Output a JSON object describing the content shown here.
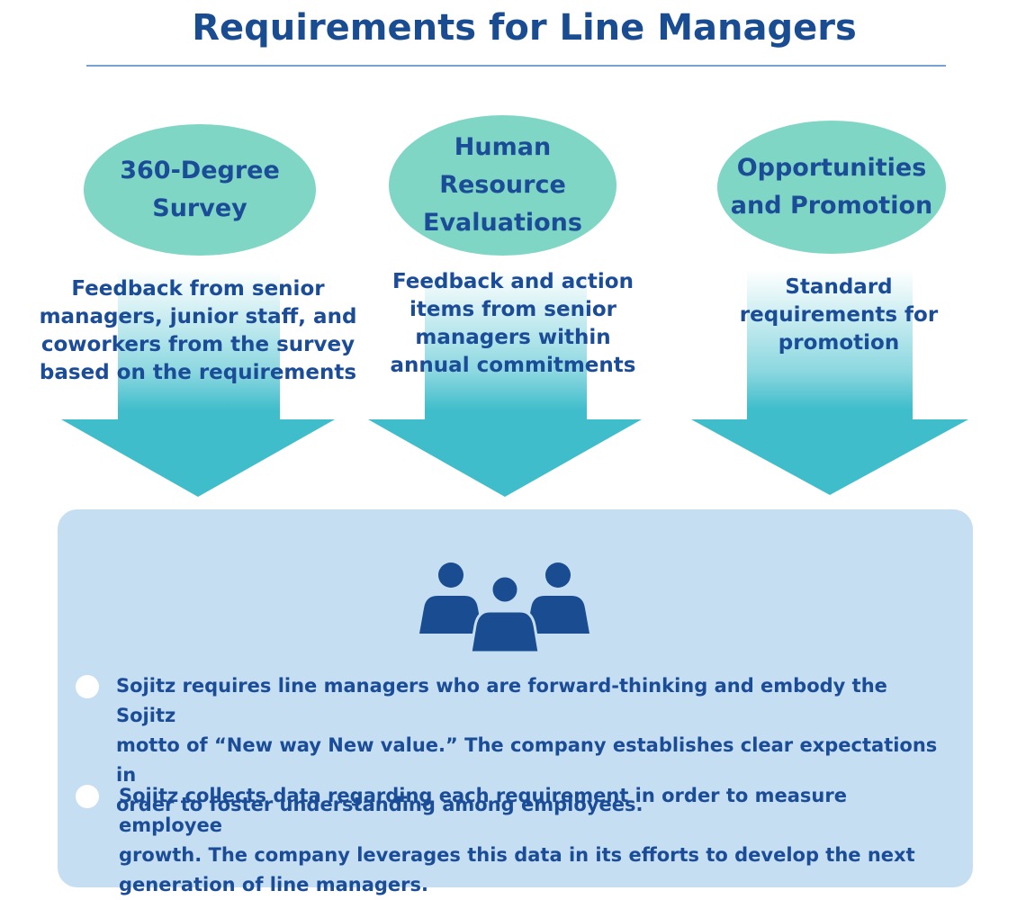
{
  "title": "Requirements for Line Managers",
  "colors": {
    "title": "#1a4c92",
    "ellipse": "#7fd6c5",
    "arrow": "#3fbdcb",
    "panel": "#c5def2",
    "text": "#1b4c97"
  },
  "columns": [
    {
      "heading_lines": [
        "360-Degree",
        "Survey"
      ],
      "description_lines": [
        "Feedback from senior",
        "managers, junior staff, and",
        "coworkers from the survey",
        "based on the requirements"
      ]
    },
    {
      "heading_lines": [
        "Human",
        "Resource",
        "Evaluations"
      ],
      "description_lines": [
        "Feedback and action",
        "items from senior",
        "managers within",
        "annual commitments"
      ]
    },
    {
      "heading_lines": [
        "Opportunities",
        "and Promotion"
      ],
      "description_lines": [
        "Standard",
        "requirements for",
        "promotion"
      ]
    }
  ],
  "panel": {
    "icon": "people-group-icon",
    "bullets": [
      {
        "lines": [
          "Sojitz requires line managers who are forward-thinking and embody the Sojitz",
          "motto of “New way New value.” The company establishes clear expectations in",
          "order to foster understanding among employees."
        ]
      },
      {
        "lines": [
          "Sojitz collects data regarding each requirement in order to measure employee",
          "growth. The company leverages this data in its efforts to develop the next",
          "generation of line managers."
        ]
      }
    ]
  }
}
